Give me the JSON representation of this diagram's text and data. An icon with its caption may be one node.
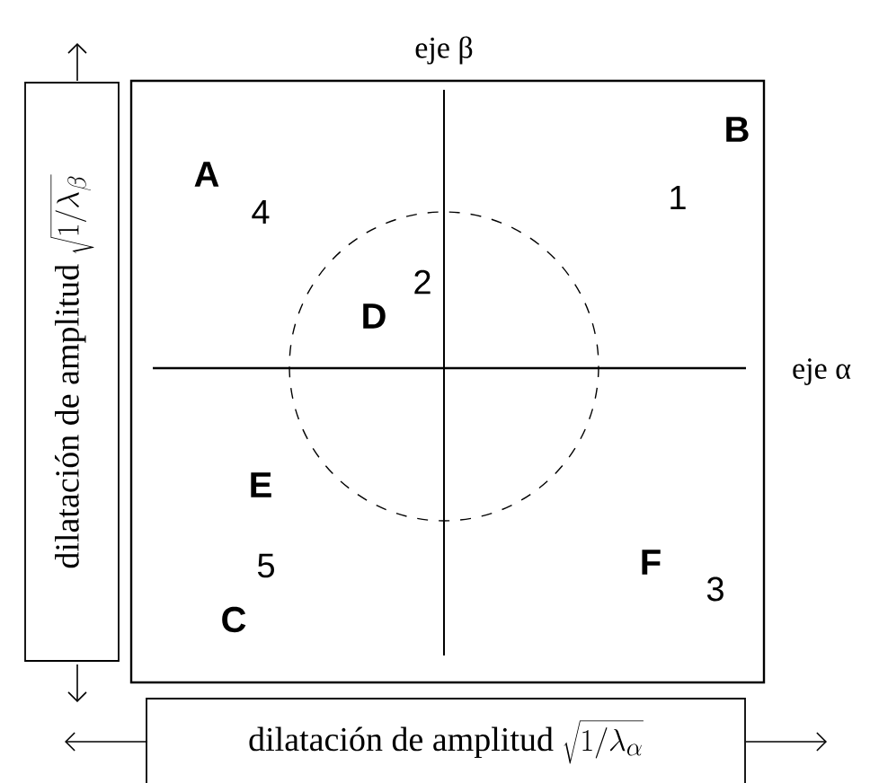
{
  "diagram": {
    "nodes": [
      {
        "text": [
          "dilatación de amplitud",
          "\\sqrt{1/\\lambda_{\\beta}}"
        ]
      },
      {
        "text": [
          "dilatación de amplitud",
          "\\sqrt{1/\\lambda_{\\alpha}}"
        ]
      }
    ],
    "labels": [
      "eje β",
      "A",
      "4",
      "B",
      "1",
      "D",
      "2",
      "eje α",
      "E",
      "5",
      "C",
      "F",
      "3"
    ]
  }
}
